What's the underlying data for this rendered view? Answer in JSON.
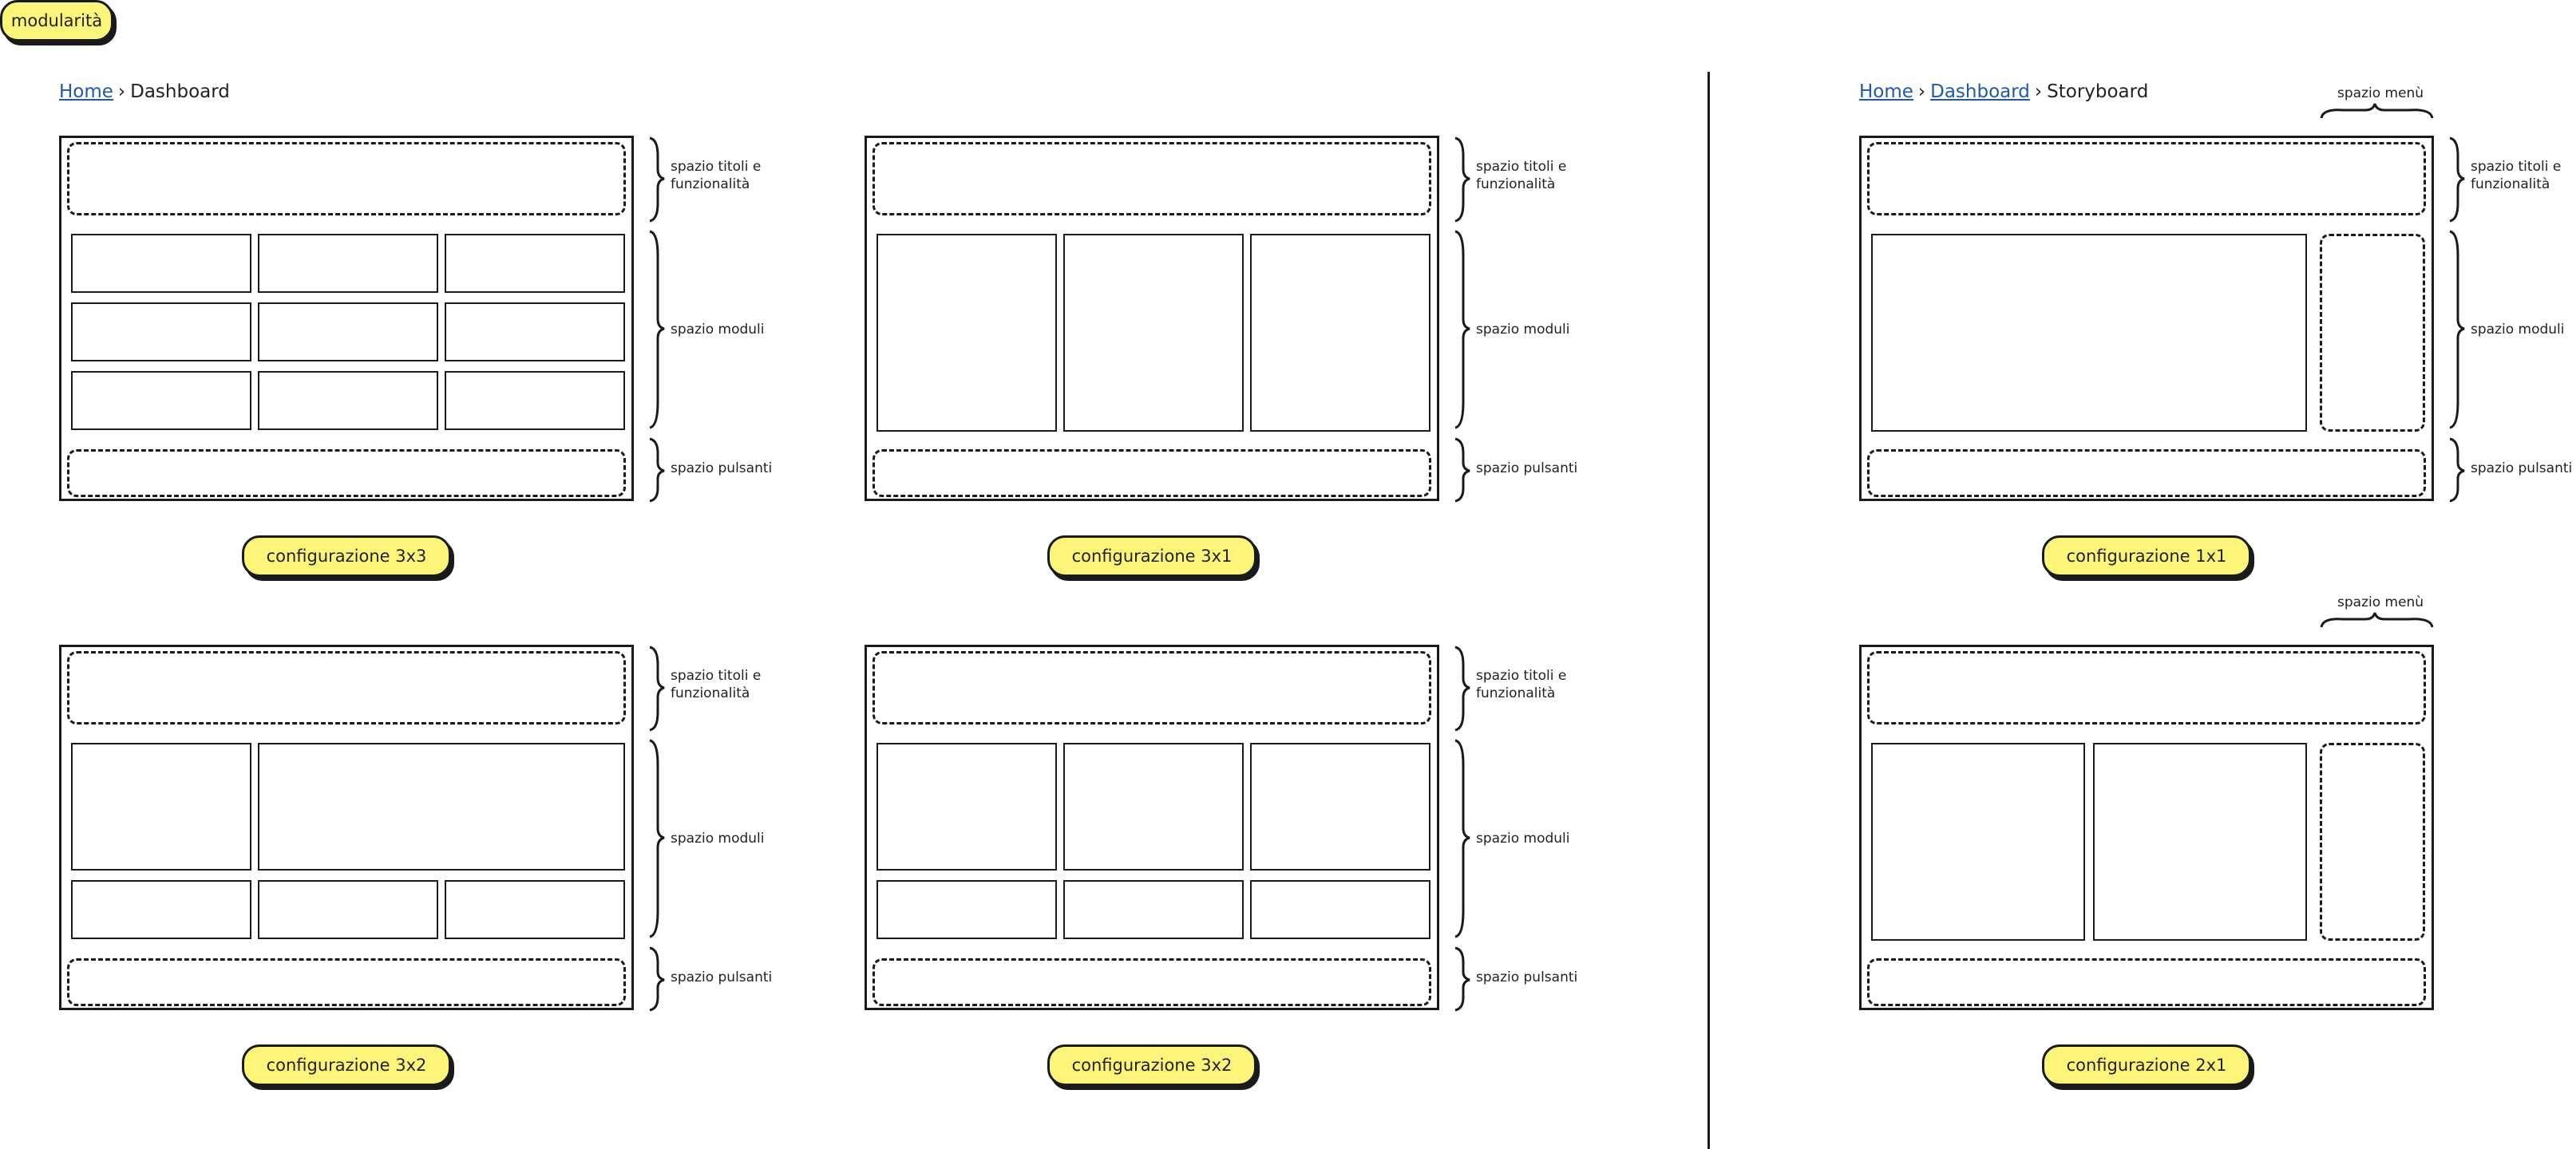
{
  "top_badge": "modularità",
  "divider": true,
  "breadcrumb_left": {
    "home": "Home",
    "current": "Dashboard"
  },
  "breadcrumb_right": {
    "home": "Home",
    "dashboard": "Dashboard",
    "current": "Storyboard"
  },
  "labels": {
    "titles": "spazio titoli e funzionalità",
    "modules": "spazio moduli",
    "buttons": "spazio pulsanti",
    "menu": "spazio menù"
  },
  "configs": [
    {
      "name": "configurazione 3x3"
    },
    {
      "name": "configurazione 3x1"
    },
    {
      "name": "configurazione 1x1"
    },
    {
      "name": "configurazione 3x2"
    },
    {
      "name": "configurazione 3x2"
    },
    {
      "name": "configurazione 2x1"
    }
  ]
}
